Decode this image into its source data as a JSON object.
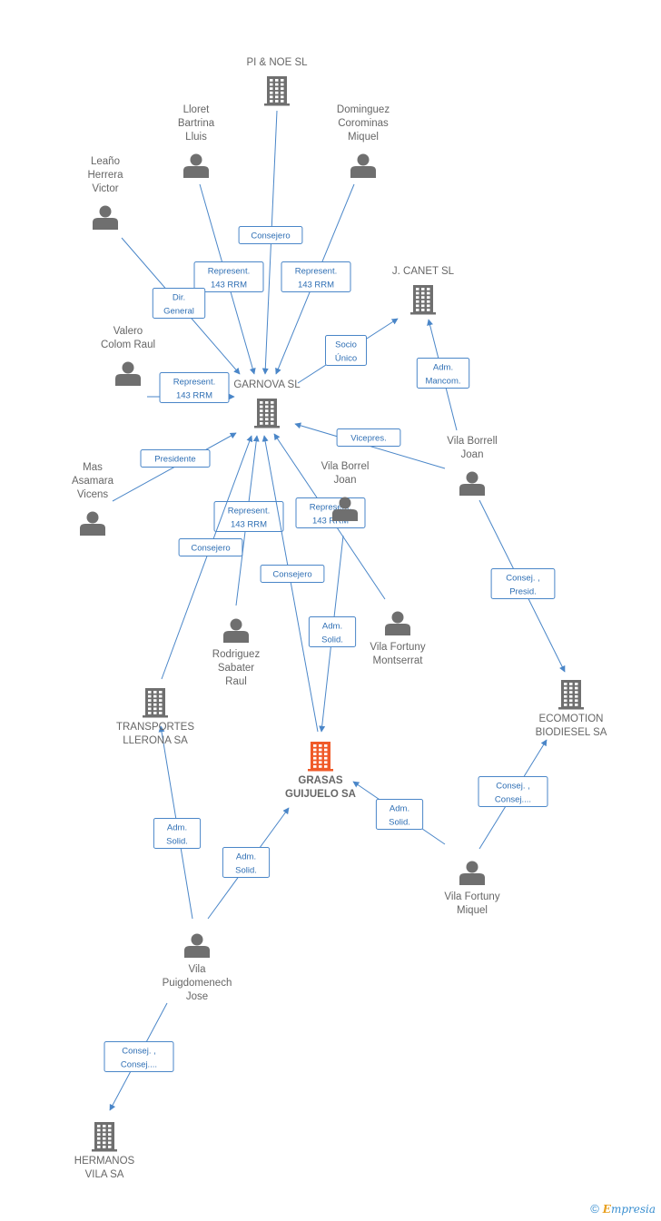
{
  "nodes": [
    {
      "id": "pinoe",
      "type": "company",
      "label": [
        "PI & NOE  SL"
      ]
    },
    {
      "id": "lloret",
      "type": "person",
      "label": [
        "Lloret",
        "Bartrina",
        "Lluis"
      ]
    },
    {
      "id": "dominguez",
      "type": "person",
      "label": [
        "Dominguez",
        "Corominas",
        "Miquel"
      ]
    },
    {
      "id": "leano",
      "type": "person",
      "label": [
        "Leaño",
        "Herrera",
        "Victor"
      ]
    },
    {
      "id": "canet",
      "type": "company",
      "label": [
        "J.  CANET SL"
      ]
    },
    {
      "id": "valero",
      "type": "person",
      "label": [
        "Valero",
        "Colom Raul"
      ]
    },
    {
      "id": "garnova",
      "type": "company",
      "label": [
        "GARNOVA SL"
      ]
    },
    {
      "id": "vilaborrell",
      "type": "person",
      "label": [
        "Vila Borrell",
        "Joan"
      ]
    },
    {
      "id": "mas",
      "type": "person",
      "label": [
        "Mas",
        "Asamara",
        "Vicens"
      ]
    },
    {
      "id": "vilaborrel2",
      "type": "person",
      "label": [
        "Vila Borrel",
        "Joan"
      ]
    },
    {
      "id": "vilafortunym",
      "type": "person",
      "label": [
        "Vila Fortuny",
        "Montserrat"
      ]
    },
    {
      "id": "rodriguez",
      "type": "person",
      "label": [
        "Rodriguez",
        "Sabater",
        "Raul"
      ]
    },
    {
      "id": "ecomotion",
      "type": "company",
      "label": [
        "ECOMOTION",
        "BIODIESEL SA"
      ]
    },
    {
      "id": "transportes",
      "type": "company",
      "label": [
        "TRANSPORTES",
        "LLERONA SA"
      ]
    },
    {
      "id": "grasas",
      "type": "company",
      "focus": true,
      "label": [
        "GRASAS",
        "GUIJUELO SA"
      ]
    },
    {
      "id": "vilafortunyq",
      "type": "person",
      "label": [
        "Vila Fortuny",
        "Miquel"
      ]
    },
    {
      "id": "puigdomenech",
      "type": "person",
      "label": [
        "Vila",
        "Puigdomenech",
        "Jose"
      ]
    },
    {
      "id": "hermanos",
      "type": "company",
      "label": [
        "HERMANOS",
        "VILA SA"
      ]
    }
  ],
  "edges": [
    {
      "from": "pinoe",
      "to": "garnova",
      "label": [
        "Consejero"
      ]
    },
    {
      "from": "lloret",
      "to": "garnova",
      "label": [
        "Represent.",
        "143 RRM"
      ]
    },
    {
      "from": "dominguez",
      "to": "garnova",
      "label": [
        "Represent.",
        "143 RRM"
      ]
    },
    {
      "from": "leano",
      "to": "garnova",
      "label": [
        "Dir.",
        "General"
      ]
    },
    {
      "from": "valero",
      "to": "garnova",
      "label": [
        "Represent.",
        "143 RRM"
      ]
    },
    {
      "from": "garnova",
      "to": "canet",
      "label": [
        "Socio",
        "Único"
      ]
    },
    {
      "from": "vilaborrell",
      "to": "canet",
      "label": [
        "Adm.",
        "Mancom."
      ]
    },
    {
      "from": "vilaborrell",
      "to": "garnova",
      "label": [
        "Vicepres."
      ]
    },
    {
      "from": "mas",
      "to": "garnova",
      "label": [
        "Presidente"
      ]
    },
    {
      "from": "rodriguez",
      "to": "garnova",
      "label": [
        "Represent.",
        "143 RRM"
      ]
    },
    {
      "from": "transportes",
      "to": "garnova",
      "label": [
        "Consejero"
      ]
    },
    {
      "from": "grasas",
      "to": "garnova",
      "label": [
        "Consejero"
      ]
    },
    {
      "from": "vilafortunym",
      "to": "garnova",
      "label": [
        "Represent.",
        "143 RRM"
      ]
    },
    {
      "from": "vilaborrel2",
      "to": "grasas",
      "label": [
        "Adm.",
        "Solid."
      ]
    },
    {
      "from": "vilaborrell",
      "to": "ecomotion",
      "label": [
        "Consej. ,",
        "Presid."
      ]
    },
    {
      "from": "vilafortunyq",
      "to": "ecomotion",
      "label": [
        "Consej. ,",
        "Consej...."
      ]
    },
    {
      "from": "vilafortunyq",
      "to": "grasas",
      "label": [
        "Adm.",
        "Solid."
      ]
    },
    {
      "from": "puigdomenech",
      "to": "transportes",
      "label": [
        "Adm.",
        "Solid."
      ]
    },
    {
      "from": "puigdomenech",
      "to": "grasas",
      "label": [
        "Adm.",
        "Solid."
      ]
    },
    {
      "from": "puigdomenech",
      "to": "hermanos",
      "label": [
        "Consej. ,",
        "Consej...."
      ]
    }
  ],
  "colors": {
    "edge": "#4a86c8",
    "company": "#6f6f6f",
    "person": "#6f6f6f",
    "focus": "#f05a28",
    "text": "#666666"
  },
  "footer": {
    "copyright": "©",
    "brand_e": "E",
    "brand_rest": "mpresia"
  }
}
